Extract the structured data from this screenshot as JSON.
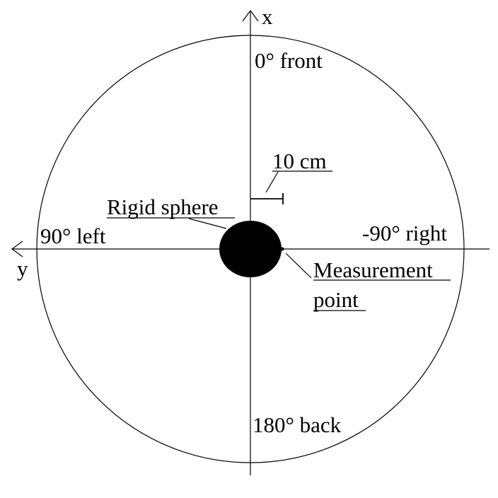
{
  "axes": {
    "x_label": "x",
    "y_label": "y"
  },
  "directions": {
    "front": "0° front",
    "back": "180° back",
    "left": "90° left",
    "right": "-90° right"
  },
  "scale": {
    "label": "10 cm"
  },
  "sphere": {
    "label": "Rigid sphere"
  },
  "measurement": {
    "label_line1": "Measurement",
    "label_line2": "point"
  },
  "colors": {
    "ink": "#000000",
    "background": "#ffffff"
  }
}
